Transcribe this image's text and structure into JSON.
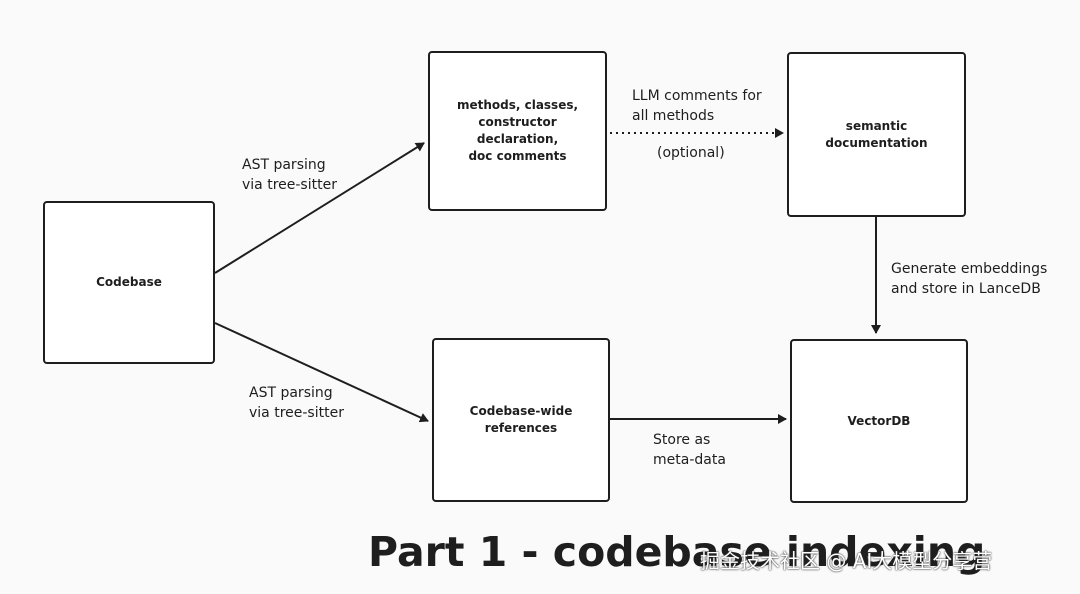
{
  "nodes": {
    "codebase": "Codebase",
    "ast_elements": "methods, classes,\nconstructor declaration,\ndoc comments",
    "semantic_docs": "semantic documentation",
    "references": "Codebase-wide\nreferences",
    "vectordb": "VectorDB"
  },
  "edges": {
    "codebase_to_ast": "AST parsing\nvia tree-sitter",
    "codebase_to_refs": "AST parsing\nvia tree-sitter",
    "ast_to_semantic": "LLM comments for\nall methods",
    "ast_to_semantic_note": "(optional)",
    "semantic_to_vectordb": "Generate embeddings\nand store in LanceDB",
    "refs_to_vectordb": "Store as\nmeta-data"
  },
  "title": "Part 1 - codebase indexing",
  "watermark": "掘金技术社区 @ AI大模型分享营"
}
